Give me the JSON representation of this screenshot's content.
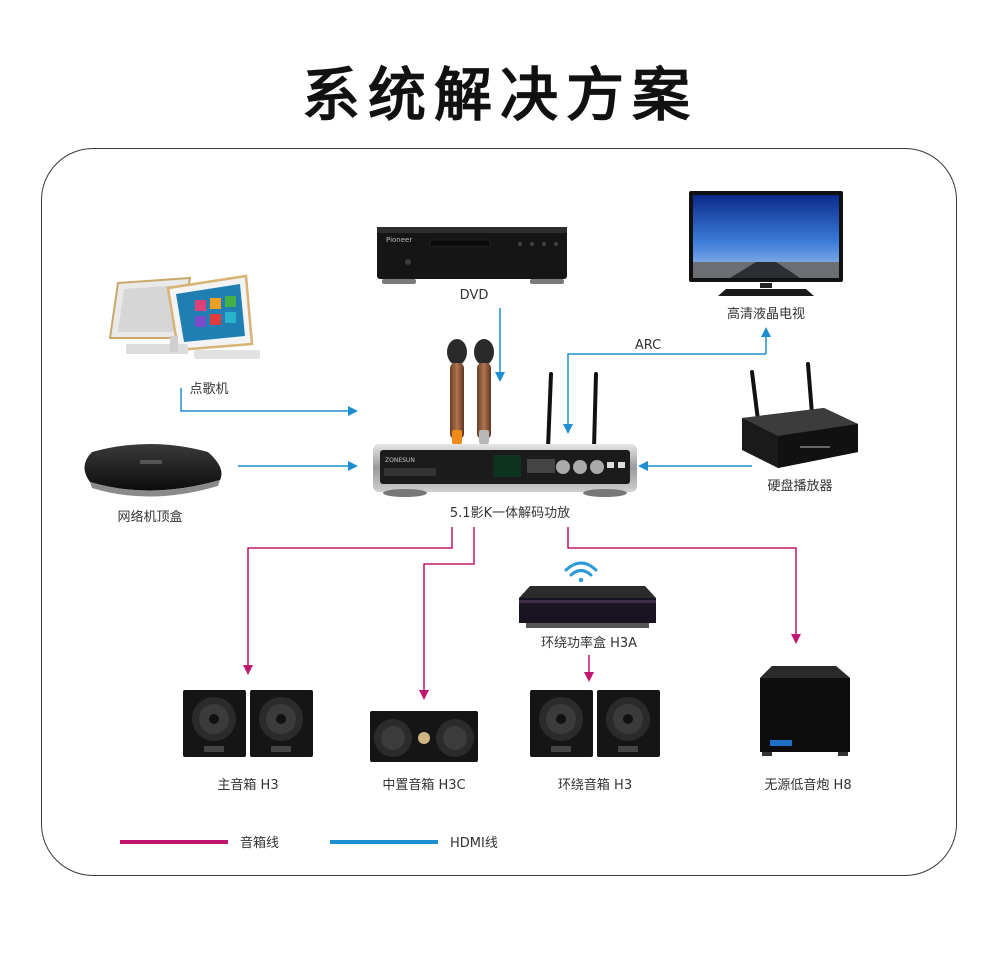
{
  "title": "系统解决方案",
  "devices": {
    "dvd": "DVD",
    "tv": "高清液晶电视",
    "jukebox": "点歌机",
    "stb": "网络机顶盒",
    "hdd_player": "硬盘播放器",
    "amp": "5.1影K一体解码功放",
    "surround_amp": "环绕功率盒 H3A",
    "main_speakers": "主音箱 H3",
    "center_speaker": "中置音箱 H3C",
    "surround_speakers": "环绕音箱 H3",
    "subwoofer": "无源低音炮 H8"
  },
  "connections": {
    "arc": "ARC"
  },
  "legend": {
    "speaker_cable": {
      "label": "音箱线",
      "color": "#c0166f"
    },
    "hdmi_cable": {
      "label": "HDMI线",
      "color": "#1d8fd0"
    }
  },
  "colors": {
    "speaker_line": "#c0166f",
    "hdmi_line": "#1d8fd0"
  }
}
